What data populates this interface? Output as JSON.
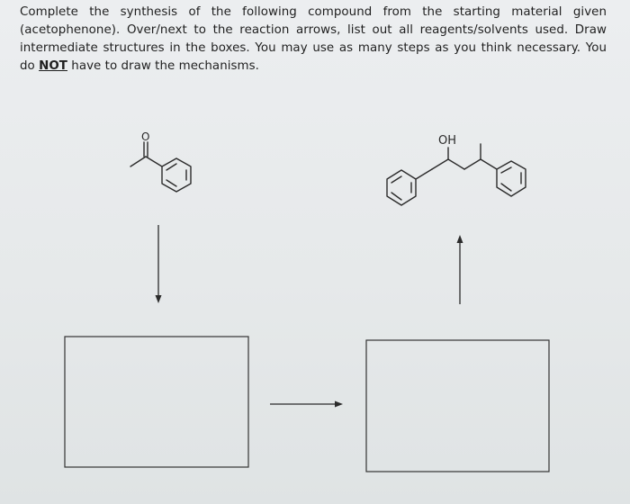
{
  "question": {
    "text_before_not": "Complete the synthesis of the following compound from the starting material given (acetophenone). Over/next to the reaction arrows, list out all reagents/solvents used. Draw intermediate structures in the boxes. You may use as many steps as you think necessary. You do ",
    "not_word": "NOT",
    "text_after_not": " have to draw the mechanisms."
  },
  "structures": {
    "starting_material_carbonyl_label": "O",
    "product_hydroxyl_label": "OH"
  }
}
